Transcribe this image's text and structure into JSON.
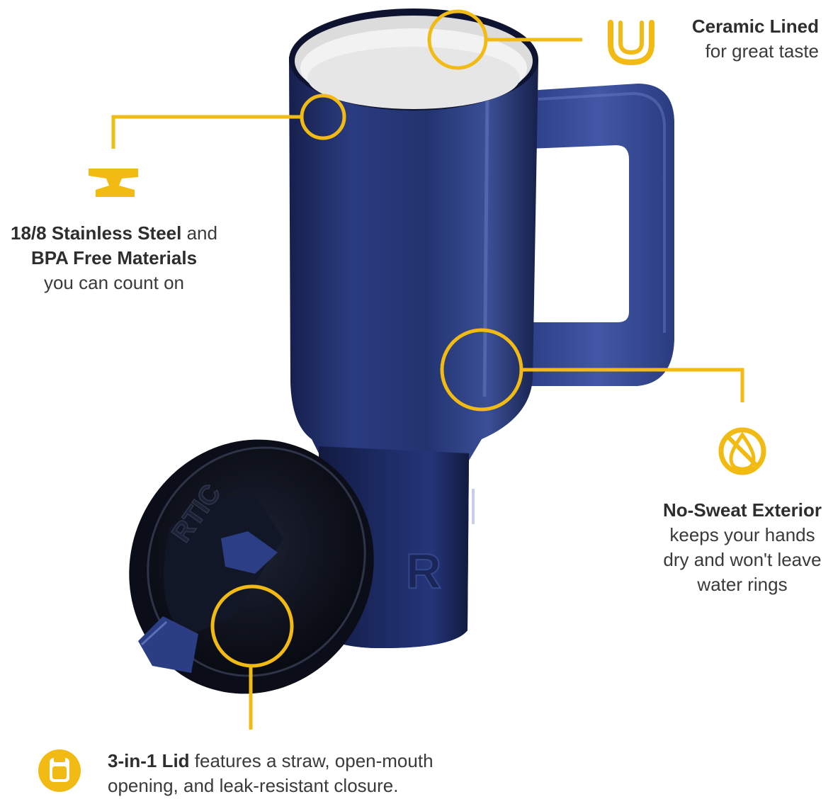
{
  "colors": {
    "accent": "#F2BB13",
    "tumbler_navy": "#1E2E66",
    "tumbler_highlight": "#4A5FA6",
    "lid_black": "#141826",
    "text": "#333333"
  },
  "product": {
    "brand_mark": "RTIC",
    "logo_letter": "R"
  },
  "callouts": {
    "ceramic": {
      "icon": "ceramic-lining-icon",
      "title": "Ceramic Lined",
      "subtitle": "for great taste"
    },
    "steel": {
      "icon": "anvil-icon",
      "bold1": "18/8 Stainless Steel",
      "text1": " and",
      "bold2": "BPA Free Materials",
      "text2": "you can count on"
    },
    "sweat": {
      "icon": "no-sweat-drop-icon",
      "title": "No-Sweat Exterior",
      "line1": "keeps your hands",
      "line2": "dry and won't leave",
      "line3": "water rings"
    },
    "lid": {
      "icon": "lid-icon",
      "bold": "3-in-1 Lid",
      "text1": " features a straw, open-mouth",
      "text2": "opening, and leak-resistant closure."
    }
  }
}
